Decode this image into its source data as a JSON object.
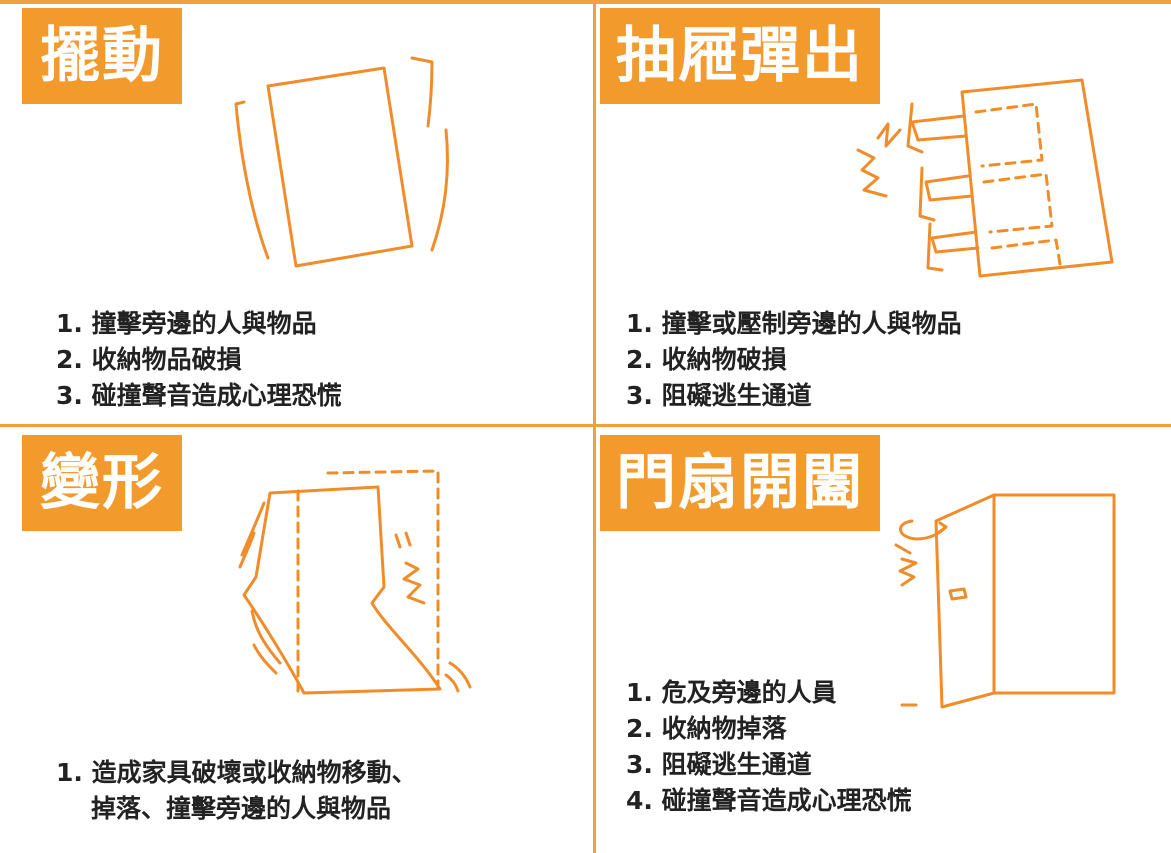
{
  "panels": {
    "swing": {
      "title": "擺動",
      "items": [
        "1. 撞擊旁邊的人與物品",
        "2. 收納物品破損",
        "3. 碰撞聲音造成心理恐慌"
      ]
    },
    "drawer": {
      "title": "抽屜彈出",
      "items": [
        "1. 撞擊或壓制旁邊的人與物品",
        "2. 收納物破損",
        "3. 阻礙逃生通道"
      ]
    },
    "deform": {
      "title": "變形",
      "items": [
        "1. 造成家具破壞或收納物移動、",
        "掉落、撞擊旁邊的人與物品"
      ]
    },
    "door": {
      "title": "門扇開闔",
      "items": [
        "1. 危及旁邊的人員",
        "2. 收納物掉落",
        "3. 阻礙逃生通道",
        "4. 碰撞聲音造成心理恐慌"
      ]
    }
  },
  "colors": {
    "accent": "#f39a2c",
    "line": "#f08c2a"
  }
}
